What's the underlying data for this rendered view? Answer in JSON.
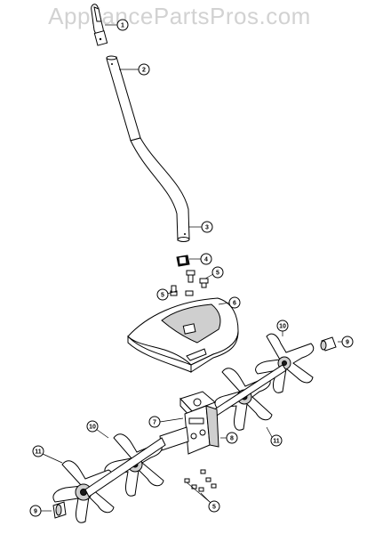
{
  "watermark": "AppliancePartsPros.com",
  "callouts": {
    "c1": "1",
    "c2": "2",
    "c3": "3",
    "c4": "4",
    "c5a": "5",
    "c5b": "5",
    "c6": "6",
    "c7": "7",
    "c8": "8",
    "c9a": "9",
    "c9b": "9",
    "c10a": "10",
    "c10b": "10",
    "c11a": "11",
    "c11b": "11"
  },
  "colors": {
    "line": "#000000",
    "watermark": "#d2d2d2",
    "fill": "#ffffff"
  }
}
